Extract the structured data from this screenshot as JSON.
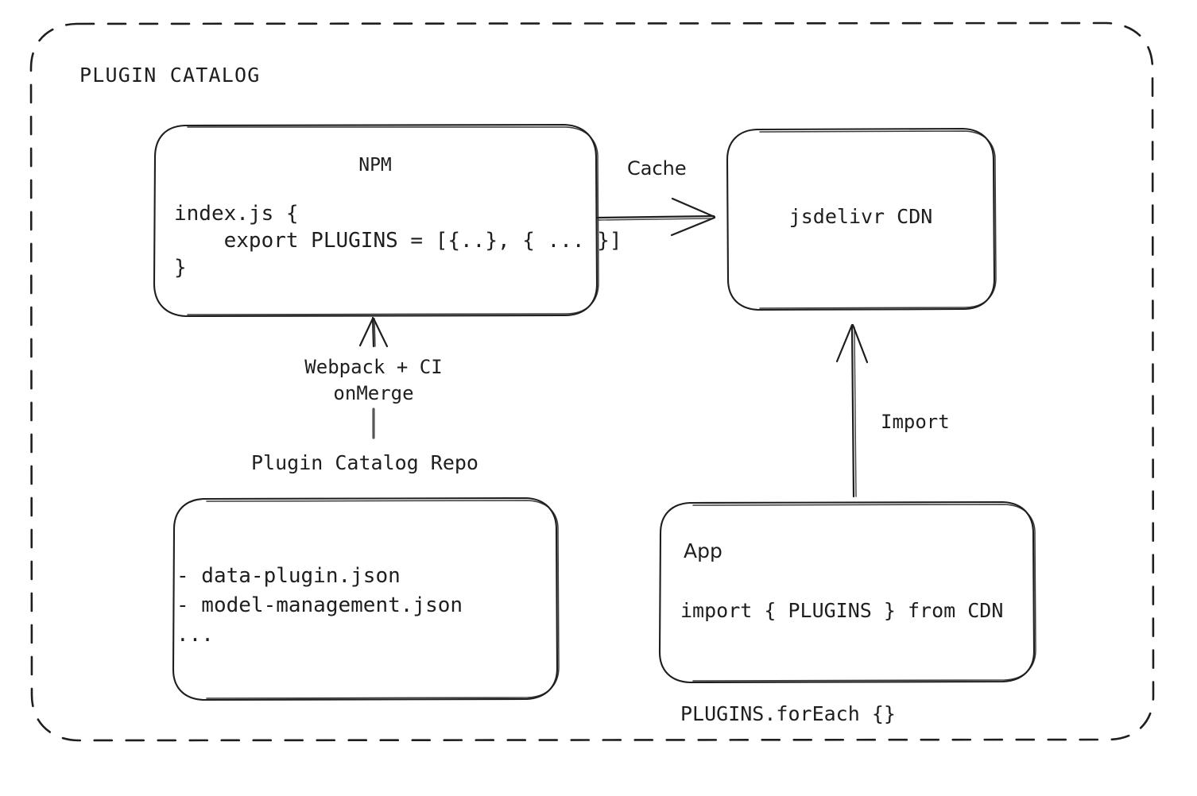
{
  "diagram": {
    "title": "PLUGIN CATALOG",
    "background_color": "#ffffff",
    "stroke_color": "#1e1e1e",
    "style": "hand-drawn sketch (excalidraw)"
  },
  "nodes": {
    "npm": {
      "label": "NPM",
      "code": "index.js {\n    export PLUGINS = [{..}, { ... }]\n}"
    },
    "cdn": {
      "label": "jsdelivr CDN"
    },
    "repo": {
      "caption": "Plugin Catalog Repo",
      "files": "- data-plugin.json\n- model-management.json\n..."
    },
    "app": {
      "label": "App",
      "code": "import { PLUGINS } from CDN\n\nPLUGINS.forEach {}"
    }
  },
  "edges": {
    "npm_to_cdn": {
      "label": "Cache",
      "direction": "right"
    },
    "repo_to_npm": {
      "label": "Webpack + CI\nonMerge",
      "direction": "up"
    },
    "app_to_cdn": {
      "label": "Import",
      "direction": "up"
    }
  }
}
